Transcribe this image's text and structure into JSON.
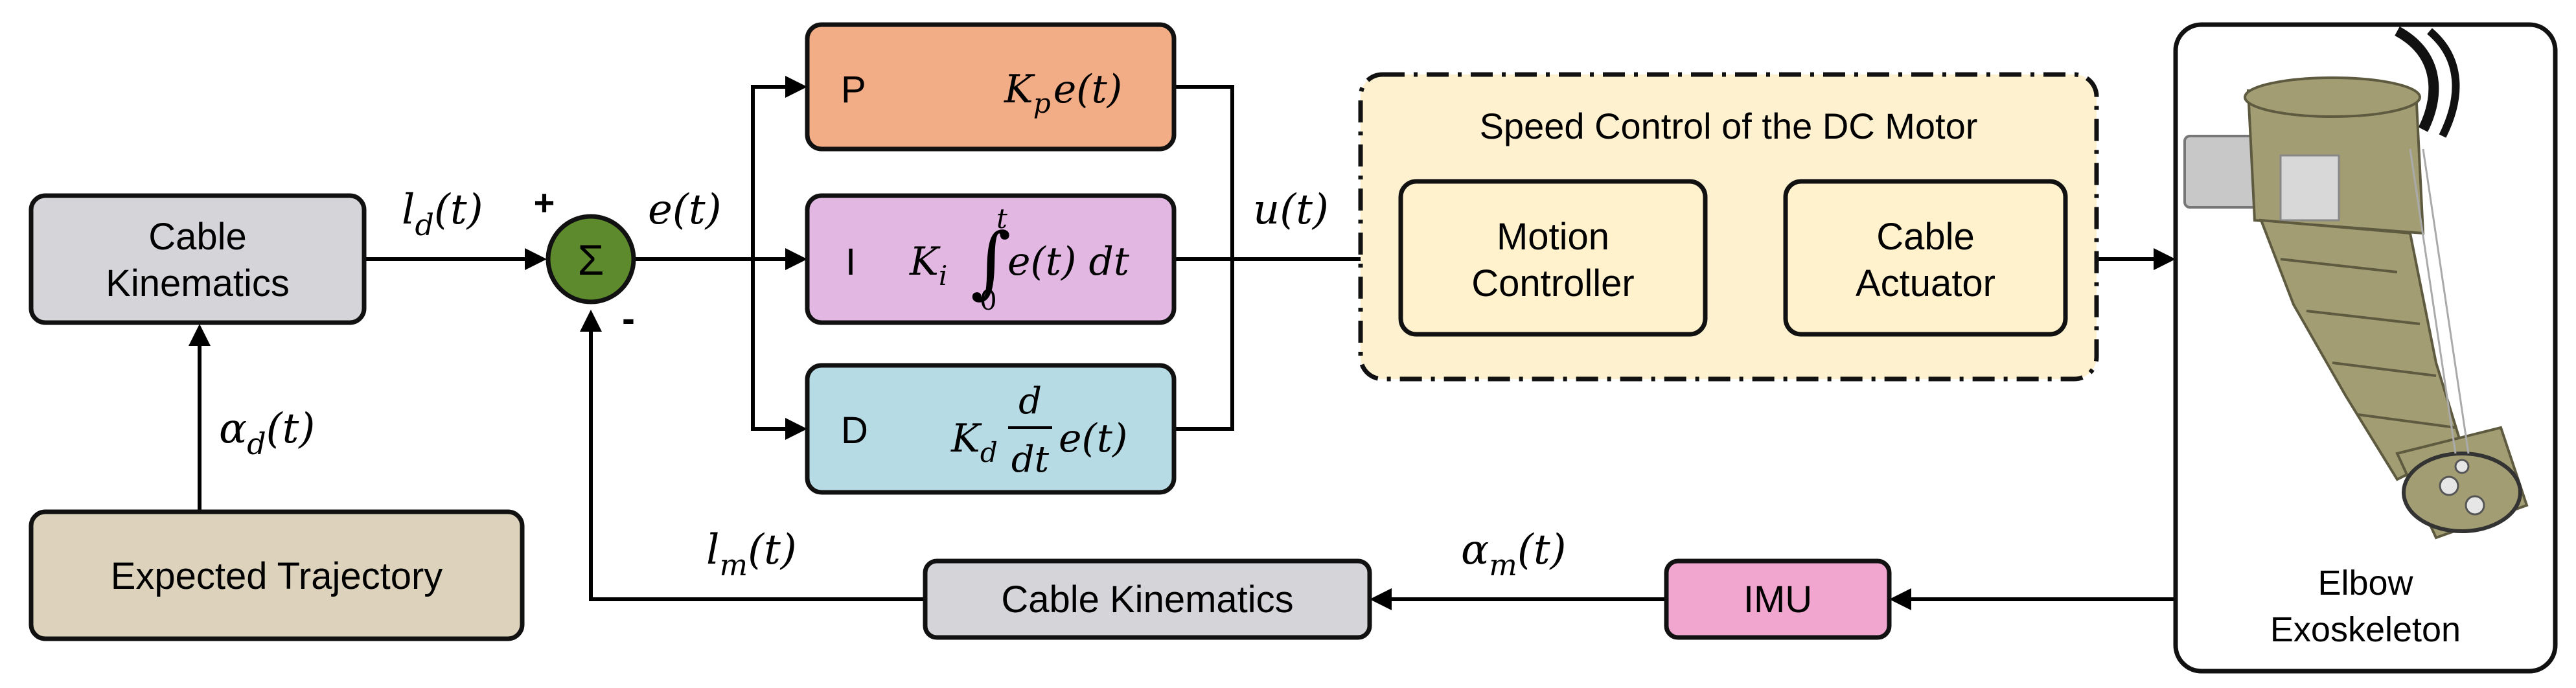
{
  "colors": {
    "cable_kinematics": "#d5d4d9",
    "expected_trajectory": "#ddd3bc",
    "summing_junction": "#5e8a2e",
    "p_block": "#f3ad86",
    "i_block": "#e2b8e2",
    "d_block": "#b7dbe4",
    "speed_control_region": "#fdf1d0",
    "motion_controller": "#fff2cc",
    "cable_actuator": "#fff2cc",
    "imu": "#f0a6cf",
    "exoskeleton_body": "#a39d74",
    "exoskeleton_rail": "#c8c8c8"
  },
  "blocks": {
    "cable_kinematics_top": {
      "line1": "Cable",
      "line2": "Kinematics"
    },
    "expected_trajectory": {
      "label": "Expected Trajectory"
    },
    "sum": {
      "symbol": "Σ",
      "plus": "+",
      "minus": "-"
    },
    "p": {
      "letter": "P",
      "gain": "K",
      "gain_sub": "p",
      "term": "e(t)"
    },
    "i": {
      "letter": "I",
      "gain": "K",
      "gain_sub": "i",
      "integral": "∫",
      "upper": "t",
      "lower": "0",
      "term": "e(t) dt"
    },
    "d": {
      "letter": "D",
      "gain": "K",
      "gain_sub": "d",
      "frac_num": "d",
      "frac_den": "dt",
      "term": "e(t)"
    },
    "speed_control": {
      "title": "Speed Control of the DC Motor"
    },
    "motion_controller": {
      "line1": "Motion",
      "line2": "Controller"
    },
    "cable_actuator": {
      "line1": "Cable",
      "line2": "Actuator"
    },
    "cable_kinematics_bottom": {
      "label": "Cable Kinematics"
    },
    "imu": {
      "label": "IMU"
    },
    "exoskeleton": {
      "line1": "Elbow",
      "line2": "Exoskeleton"
    }
  },
  "signals": {
    "ld": {
      "base": "l",
      "sub": "d",
      "arg": "(t)"
    },
    "alpha_d": {
      "base": "α",
      "sub": "d",
      "arg": "(t)"
    },
    "error": {
      "label": "e(t)"
    },
    "control": {
      "label": "u(t)"
    },
    "lm": {
      "base": "l",
      "sub": "m",
      "arg": "(t)"
    },
    "alpha_m": {
      "base": "α",
      "sub": "m",
      "arg": "(t)"
    }
  }
}
